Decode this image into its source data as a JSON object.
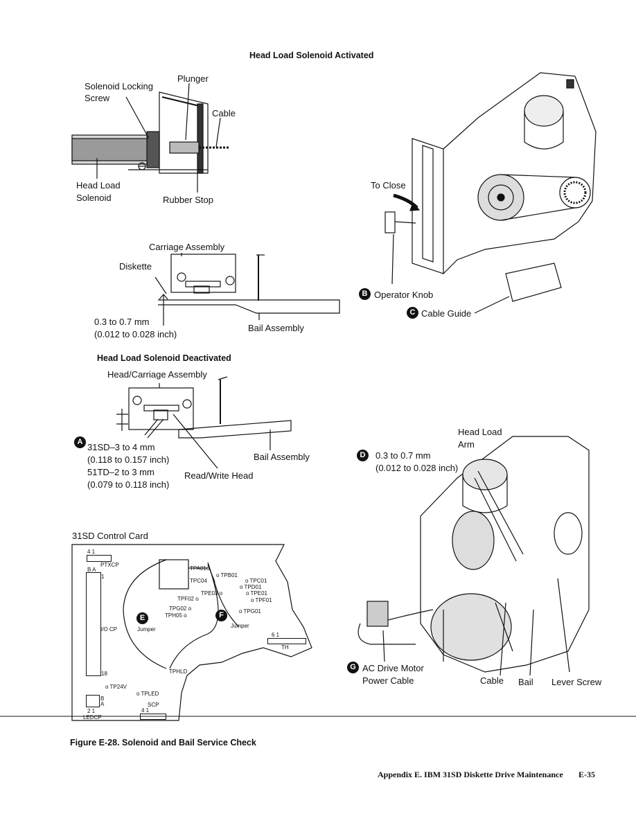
{
  "page": {
    "title": "Head Load Solenoid Activated",
    "solenoid": {
      "locking_screw_line1": "Solenoid Locking",
      "locking_screw_line2": "Screw",
      "plunger": "Plunger",
      "cable": "Cable",
      "head_load_line1": "Head Load",
      "head_load_line2": "Solenoid",
      "rubber_stop": "Rubber Stop"
    },
    "activated": {
      "carriage_assembly": "Carriage Assembly",
      "diskette": "Diskette",
      "gap_line1": "0.3 to 0.7 mm",
      "gap_line2": "(0.012 to 0.028 inch)",
      "bail_assembly": "Bail Assembly"
    },
    "deactivated": {
      "title": "Head Load Solenoid Deactivated",
      "head_carriage_assembly": "Head/Carriage Assembly",
      "badge": "A",
      "spec_31sd_line1": "31SD–3 to 4 mm",
      "spec_31sd_line2": "(0.118 to 0.157 inch)",
      "spec_51td_line1": "51TD–2 to 3 mm",
      "spec_51td_line2": "(0.079 to 0.118 inch)",
      "read_write_head": "Read/Write Head",
      "bail_assembly": "Bail Assembly"
    },
    "drive_top": {
      "to_close": "To Close",
      "badge_b": "B",
      "operator_knob": "Operator Knob",
      "badge_c": "C",
      "cable_guide": "Cable Guide"
    },
    "drive_bottom": {
      "head_load_arm_line1": "Head Load",
      "head_load_arm_line2": "Arm",
      "badge_d": "D",
      "gap_line1": "0.3 to 0.7 mm",
      "gap_line2": "(0.012 to 0.028 inch)",
      "badge_g": "G",
      "ac_drive_motor_line1": "AC Drive Motor",
      "ac_drive_motor_line2": "Power Cable",
      "cable": "Cable",
      "bail": "Bail",
      "lever_screw": "Lever Screw"
    },
    "control_card": {
      "title": "31SD Control Card",
      "ptxcp_pins": "4      1",
      "ptxcp": "PTXCP",
      "ba": "B  A",
      "pin1": "1",
      "io_cp": "I/O CP",
      "pin18": "18",
      "tp24v": "o TP24V",
      "b": "B",
      "a": "A",
      "pins21": "2  1",
      "ledcp": "LEDCP",
      "tpled": "o TPLED",
      "scp": "SCP",
      "scp_pins": "4      1",
      "tpa01": "TPA01o",
      "tpb01": "o TPB01",
      "tpc04": "TPC04",
      "tpc01": "o TPC01",
      "tpd01": "o TPD01",
      "tpe03": "TPE03 o",
      "tpe01": "o TPE01",
      "tpf02": "TPF02 o",
      "tpf01": "o TPF01",
      "tpg02": "TPG02 o",
      "tph05": "TPH05 o",
      "tpg01": "o TPG01",
      "badge_e": "E",
      "badge_f": "F",
      "jumper_e": "Jumper",
      "jumper_f": "Jumper",
      "th_pins": "6        1",
      "th": "TH",
      "tphld": "TPHLD"
    },
    "caption": "Figure E-28.  Solenoid and Bail Service Check",
    "footer": {
      "appendix": "Appendix E.  IBM 31SD Diskette Drive Maintenance",
      "page_number": "E-35"
    }
  }
}
